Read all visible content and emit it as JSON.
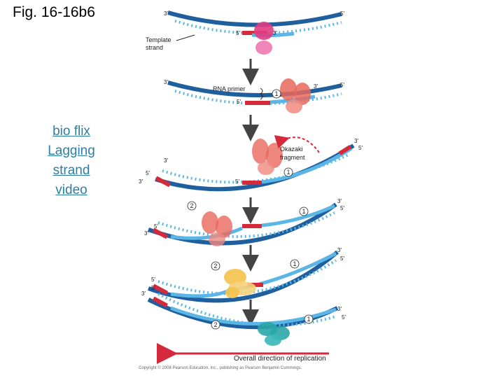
{
  "figure": {
    "title": "Fig. 16-16b6"
  },
  "side_link": {
    "lines": [
      "bio flix",
      "Lagging",
      "strand",
      "video"
    ]
  },
  "labels": {
    "template_strand_1": "Template",
    "template_strand_2": "strand",
    "rna_primer": "RNA primer",
    "okazaki_1": "Okazaki",
    "okazaki_2": "fragment",
    "overall_direction": "Overall direction of replication",
    "copyright": "Copyright © 2008 Pearson Education, Inc., publishing as Pearson Benjamin Cummings."
  },
  "ends": {
    "three_prime": "3′",
    "five_prime": "5′"
  },
  "fragments": {
    "one": "1",
    "two": "2"
  },
  "colors": {
    "template_dark": "#1f5f9e",
    "template_light": "#5ab6e6",
    "primer": "#d42a3c",
    "primase": "#e33c82",
    "polymerase3": "#e8685c",
    "polymerase1": "#f3c24a",
    "ligase": "#2aa6a6",
    "arrow": "#444444",
    "direction_arrow": "#d42a3c"
  }
}
